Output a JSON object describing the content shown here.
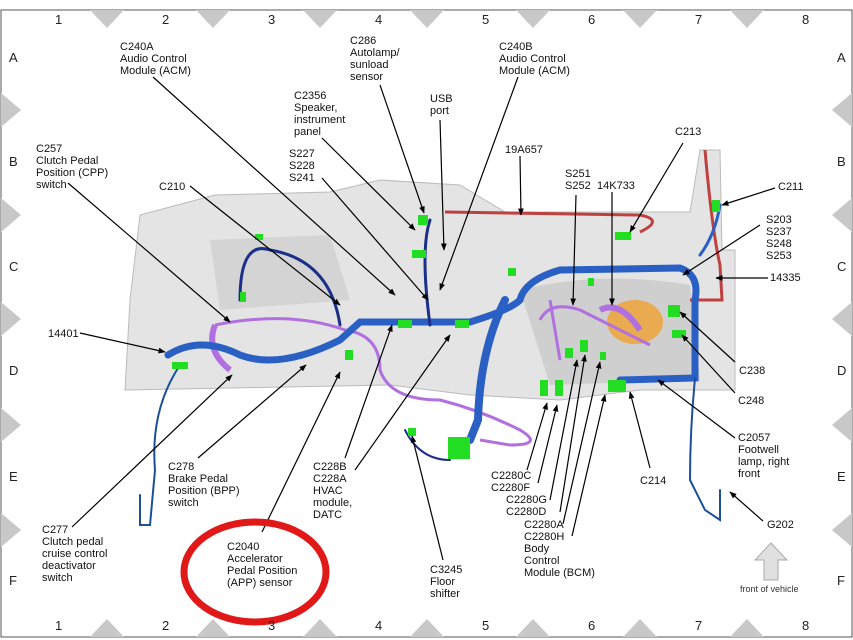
{
  "grid": {
    "columns": [
      "1",
      "2",
      "3",
      "4",
      "5",
      "6",
      "7",
      "8"
    ],
    "rows": [
      "A",
      "B",
      "C",
      "D",
      "E",
      "F"
    ]
  },
  "labels": {
    "c240a": "C240A\nAudio Control\nModule (ACM)",
    "c286": "C286\nAutolamp/\nsunload\nsensor",
    "c2356": "C2356\nSpeaker,\ninstrument\npanel",
    "usb": "USB\nport",
    "c240b": "C240B\nAudio Control\nModule (ACM)",
    "c257": "C257\nClutch Pedal\nPosition (CPP)\nswitch",
    "c210": "C210",
    "s227": "S227\nS228\nS241",
    "n19a657": "19A657",
    "c213": "C213",
    "s251": "S251\nS252",
    "n14k733": "14K733",
    "c211": "C211",
    "s203": "S203\nS237\nS248\nS253",
    "n14335": "14335",
    "n14401": "14401",
    "c238": "C238",
    "c248": "C248",
    "c2057": "C2057\nFootwell\nlamp, right\nfront",
    "c278": "C278\nBrake Pedal\nPosition (BPP)\nswitch",
    "c228": "C228B\nC228A\nHVAC\nmodule,\nDATC",
    "c2280cf": "C2280C\nC2280F",
    "c2280gd": "C2280G\nC2280D",
    "c2280ah": "C2280A\nC2280H\nBody\nControl\nModule (BCM)",
    "c214": "C214",
    "g202": "G202",
    "c277": "C277\nClutch pedal\ncruise control\ndeactivator\nswitch",
    "c2040": "C2040\nAccelerator\nPedal Position\n(APP) sensor",
    "c3245": "C3245\nFloor\nshifter",
    "front": "front of vehicle"
  },
  "colors": {
    "harness_blue": "#2a5fc4",
    "harness_dark": "#1b2f8a",
    "harness_purple": "#b070e0",
    "connector_green": "#22dd22",
    "wire_red": "#c04040",
    "highlight_circle": "#e01818"
  },
  "highlight": "C2040"
}
